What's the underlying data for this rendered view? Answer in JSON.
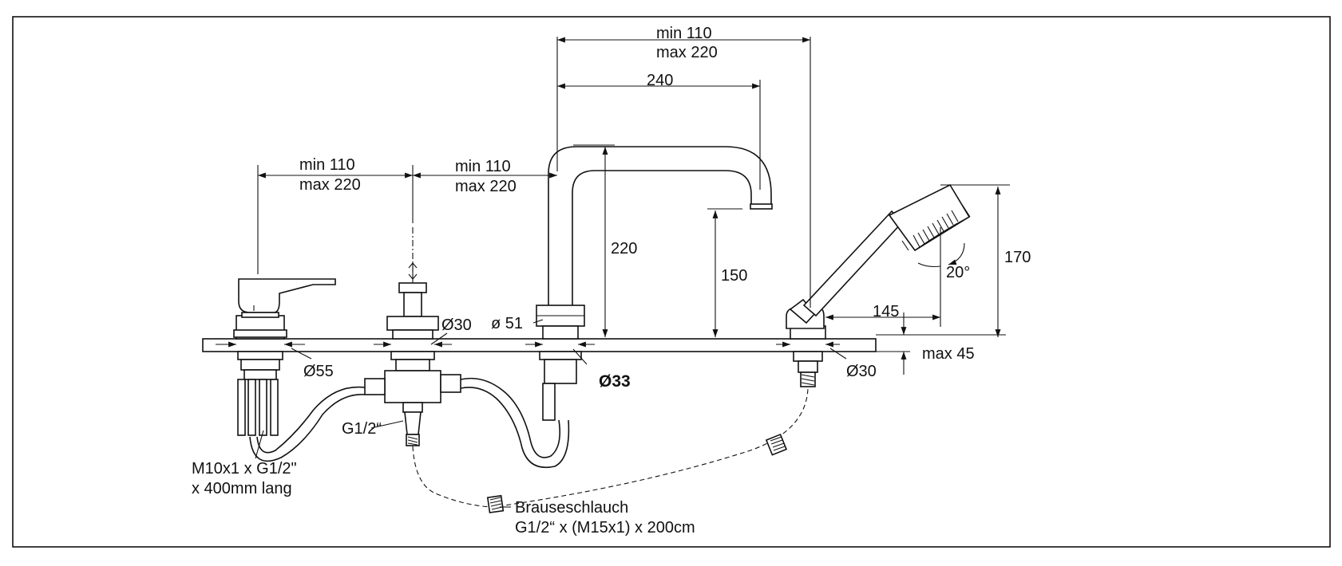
{
  "labels": {
    "spout_reach": [
      "min 110",
      "max 220"
    ],
    "spout_length": "240",
    "left_spacing": [
      "min 110",
      "max 220"
    ],
    "mid_spacing": [
      "min 110",
      "max 220"
    ],
    "spout_height": "220",
    "spout_outlet_height": "150",
    "spout_base_dia": "ø 51",
    "diverter_dia": "Ø30",
    "mixer_dia": "Ø55",
    "spout_hole_dia": "Ø33",
    "shower_dia": "Ø30",
    "shower_height": "170",
    "shower_angle": "20°",
    "shower_offset": "145",
    "max_thickness": "max 45",
    "thread": "G1/2“",
    "connection_hoses": [
      "M10x1 x G1/2\"",
      "x 400mm lang"
    ],
    "shower_hose": [
      "Brauseschlauch",
      "G1/2“ x (M15x1) x 200cm"
    ]
  }
}
